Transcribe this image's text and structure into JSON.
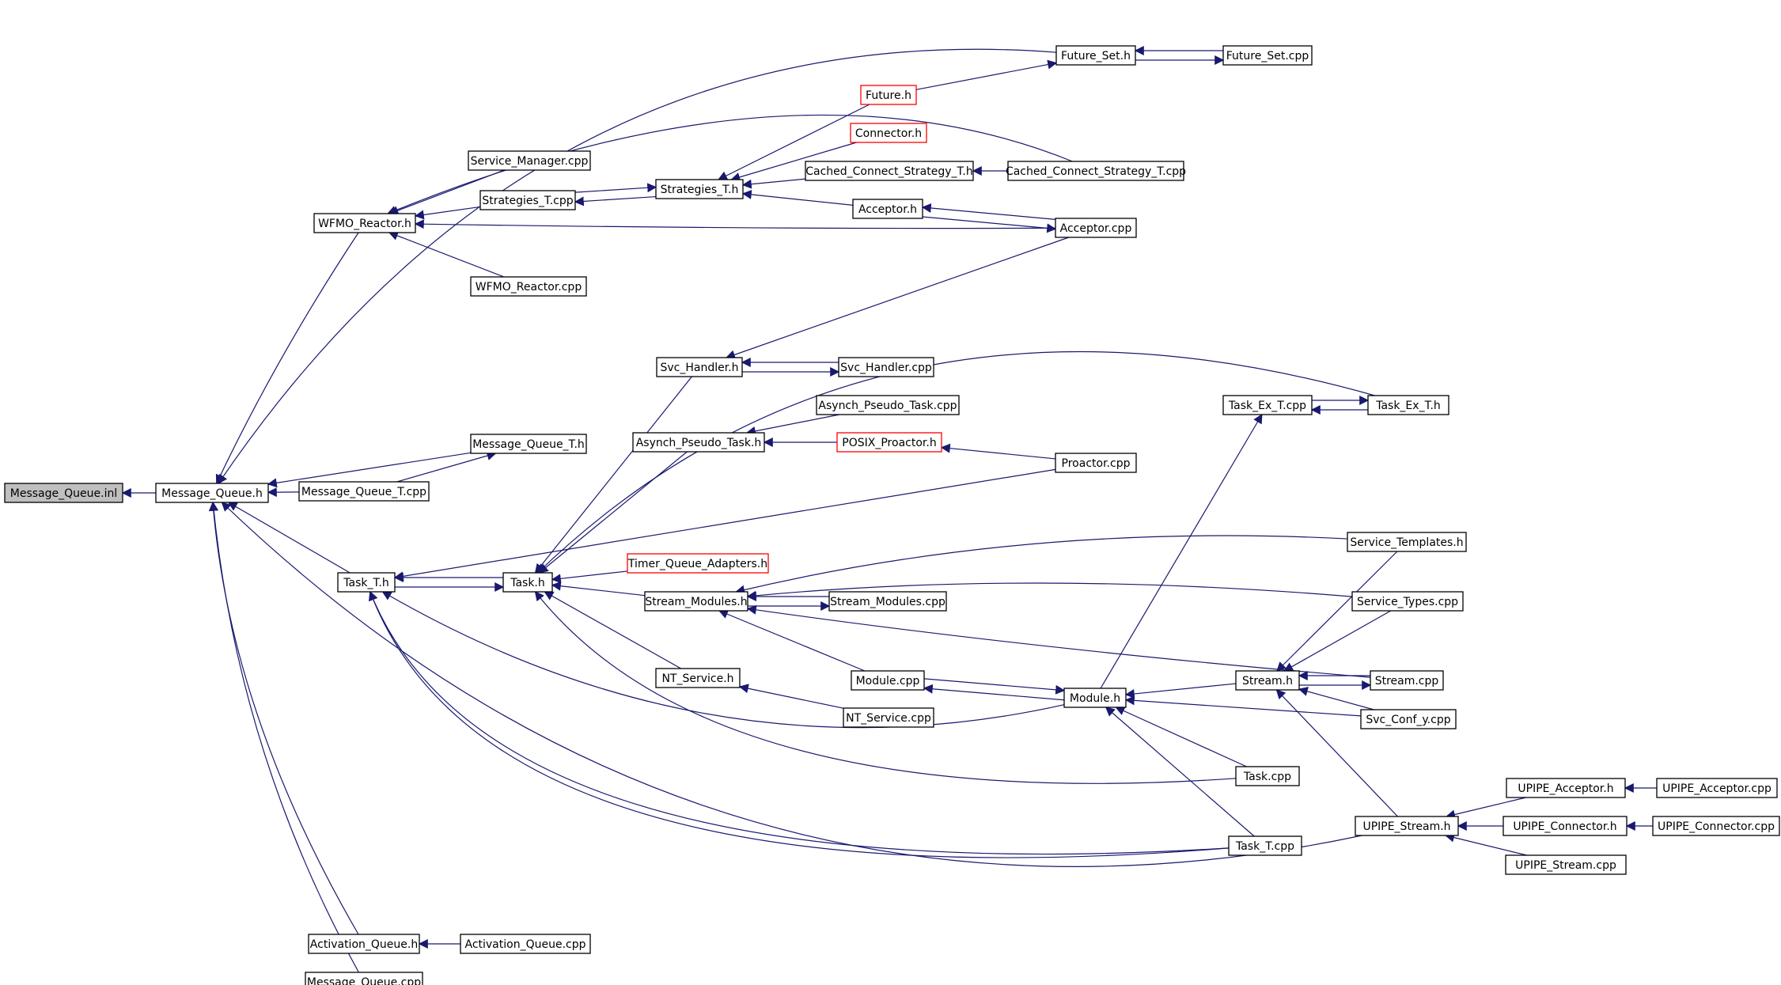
{
  "colors": {
    "edge": "#191970",
    "node_border": "#000000",
    "node_border_incomplete": "#ff0000",
    "root_fill": "#bfbfbf"
  },
  "root": "Message_Queue.inl",
  "nodes": [
    {
      "id": "mq_inl",
      "label": "Message_Queue.inl",
      "style": "root"
    },
    {
      "id": "mq_h",
      "label": "Message_Queue.h"
    },
    {
      "id": "future_set_h",
      "label": "Future_Set.h"
    },
    {
      "id": "future_set_cpp",
      "label": "Future_Set.cpp"
    },
    {
      "id": "future_h",
      "label": "Future.h",
      "style": "red"
    },
    {
      "id": "connector_h",
      "label": "Connector.h",
      "style": "red"
    },
    {
      "id": "service_manager_cpp",
      "label": "Service_Manager.cpp"
    },
    {
      "id": "strategies_t_cpp",
      "label": "Strategies_T.cpp"
    },
    {
      "id": "strategies_t_h",
      "label": "Strategies_T.h"
    },
    {
      "id": "cached_cs_h",
      "label": "Cached_Connect_Strategy_T.h"
    },
    {
      "id": "cached_cs_cpp",
      "label": "Cached_Connect_Strategy_T.cpp"
    },
    {
      "id": "wfmo_reactor_h",
      "label": "WFMO_Reactor.h"
    },
    {
      "id": "acceptor_h",
      "label": "Acceptor.h"
    },
    {
      "id": "acceptor_cpp",
      "label": "Acceptor.cpp"
    },
    {
      "id": "wfmo_reactor_cpp",
      "label": "WFMO_Reactor.cpp"
    },
    {
      "id": "svc_handler_h",
      "label": "Svc_Handler.h"
    },
    {
      "id": "svc_handler_cpp",
      "label": "Svc_Handler.cpp"
    },
    {
      "id": "asynch_pt_cpp",
      "label": "Asynch_Pseudo_Task.cpp"
    },
    {
      "id": "task_ex_t_cpp",
      "label": "Task_Ex_T.cpp"
    },
    {
      "id": "task_ex_t_h",
      "label": "Task_Ex_T.h"
    },
    {
      "id": "asynch_pt_h",
      "label": "Asynch_Pseudo_Task.h"
    },
    {
      "id": "posix_proactor_h",
      "label": "POSIX_Proactor.h",
      "style": "red"
    },
    {
      "id": "mq_t_h",
      "label": "Message_Queue_T.h"
    },
    {
      "id": "proactor_cpp",
      "label": "Proactor.cpp"
    },
    {
      "id": "mq_t_cpp",
      "label": "Message_Queue_T.cpp"
    },
    {
      "id": "service_templates_h",
      "label": "Service_Templates.h"
    },
    {
      "id": "timer_qa_h",
      "label": "Timer_Queue_Adapters.h",
      "style": "red"
    },
    {
      "id": "task_t_h",
      "label": "Task_T.h"
    },
    {
      "id": "task_h",
      "label": "Task.h"
    },
    {
      "id": "stream_modules_h",
      "label": "Stream_Modules.h"
    },
    {
      "id": "stream_modules_cpp",
      "label": "Stream_Modules.cpp"
    },
    {
      "id": "service_types_cpp",
      "label": "Service_Types.cpp"
    },
    {
      "id": "nt_service_h",
      "label": "NT_Service.h"
    },
    {
      "id": "module_cpp",
      "label": "Module.cpp"
    },
    {
      "id": "stream_h",
      "label": "Stream.h"
    },
    {
      "id": "stream_cpp",
      "label": "Stream.cpp"
    },
    {
      "id": "module_h",
      "label": "Module.h"
    },
    {
      "id": "nt_service_cpp",
      "label": "NT_Service.cpp"
    },
    {
      "id": "svc_conf_y_cpp",
      "label": "Svc_Conf_y.cpp"
    },
    {
      "id": "task_cpp",
      "label": "Task.cpp"
    },
    {
      "id": "upipe_acceptor_h",
      "label": "UPIPE_Acceptor.h"
    },
    {
      "id": "upipe_acceptor_cpp",
      "label": "UPIPE_Acceptor.cpp"
    },
    {
      "id": "upipe_stream_h",
      "label": "UPIPE_Stream.h"
    },
    {
      "id": "upipe_connector_h",
      "label": "UPIPE_Connector.h"
    },
    {
      "id": "upipe_connector_cpp",
      "label": "UPIPE_Connector.cpp"
    },
    {
      "id": "task_t_cpp",
      "label": "Task_T.cpp"
    },
    {
      "id": "upipe_stream_cpp",
      "label": "UPIPE_Stream.cpp"
    },
    {
      "id": "activation_queue_h",
      "label": "Activation_Queue.h"
    },
    {
      "id": "activation_queue_cpp",
      "label": "Activation_Queue.cpp"
    },
    {
      "id": "mq_cpp",
      "label": "Message_Queue.cpp"
    }
  ],
  "edges": [
    [
      "mq_h",
      "mq_inl"
    ],
    [
      "future_set_h",
      "mq_h"
    ],
    [
      "cached_cs_cpp",
      "wfmo_reactor_h"
    ],
    [
      "wfmo_reactor_h",
      "mq_h"
    ],
    [
      "mq_t_h",
      "mq_h"
    ],
    [
      "mq_t_cpp",
      "mq_h"
    ],
    [
      "mq_t_cpp",
      "mq_t_h"
    ],
    [
      "task_t_h",
      "mq_h"
    ],
    [
      "activation_queue_h",
      "mq_h"
    ],
    [
      "mq_cpp",
      "mq_h"
    ],
    [
      "upipe_stream_h",
      "mq_h"
    ],
    [
      "future_set_cpp",
      "future_set_h"
    ],
    [
      "future_set_h",
      "future_set_cpp"
    ],
    [
      "future_h",
      "future_set_h"
    ],
    [
      "service_manager_cpp",
      "wfmo_reactor_h"
    ],
    [
      "strategies_t_cpp",
      "wfmo_reactor_h"
    ],
    [
      "acceptor_cpp",
      "wfmo_reactor_h"
    ],
    [
      "wfmo_reactor_cpp",
      "wfmo_reactor_h"
    ],
    [
      "strategies_t_h",
      "strategies_t_cpp"
    ],
    [
      "strategies_t_cpp",
      "strategies_t_h"
    ],
    [
      "future_h",
      "strategies_t_h"
    ],
    [
      "connector_h",
      "strategies_t_h"
    ],
    [
      "cached_cs_h",
      "strategies_t_h"
    ],
    [
      "acceptor_h",
      "strategies_t_h"
    ],
    [
      "cached_cs_cpp",
      "cached_cs_h"
    ],
    [
      "acceptor_cpp",
      "acceptor_h"
    ],
    [
      "acceptor_h",
      "acceptor_cpp"
    ],
    [
      "acceptor_cpp",
      "svc_handler_h"
    ],
    [
      "svc_handler_cpp",
      "svc_handler_h"
    ],
    [
      "svc_handler_h",
      "svc_handler_cpp"
    ],
    [
      "svc_handler_h",
      "task_h"
    ],
    [
      "task_ex_t_h",
      "task_h"
    ],
    [
      "asynch_pt_h",
      "task_h"
    ],
    [
      "asynch_pt_cpp",
      "asynch_pt_h"
    ],
    [
      "posix_proactor_h",
      "asynch_pt_h"
    ],
    [
      "proactor_cpp",
      "posix_proactor_h"
    ],
    [
      "proactor_cpp",
      "task_t_h"
    ],
    [
      "task_ex_t_cpp",
      "task_ex_t_h"
    ],
    [
      "task_ex_t_h",
      "task_ex_t_cpp"
    ],
    [
      "module_h",
      "task_ex_t_cpp"
    ],
    [
      "task_h",
      "task_t_h"
    ],
    [
      "task_t_h",
      "task_h"
    ],
    [
      "module_h",
      "task_t_h"
    ],
    [
      "task_t_cpp",
      "task_t_h"
    ],
    [
      "task_t_cpp",
      "task_t_h"
    ],
    [
      "timer_qa_h",
      "task_h"
    ],
    [
      "stream_modules_h",
      "task_h"
    ],
    [
      "nt_service_h",
      "task_h"
    ],
    [
      "task_cpp",
      "task_h"
    ],
    [
      "service_templates_h",
      "stream_modules_h"
    ],
    [
      "service_types_cpp",
      "stream_modules_h"
    ],
    [
      "stream_modules_cpp",
      "stream_modules_h"
    ],
    [
      "stream_modules_h",
      "stream_modules_cpp"
    ],
    [
      "stream_cpp",
      "stream_modules_h"
    ],
    [
      "module_cpp",
      "stream_modules_h"
    ],
    [
      "nt_service_cpp",
      "nt_service_h"
    ],
    [
      "module_h",
      "module_cpp"
    ],
    [
      "module_cpp",
      "module_h"
    ],
    [
      "stream_h",
      "module_h"
    ],
    [
      "svc_conf_y_cpp",
      "module_h"
    ],
    [
      "task_cpp",
      "module_h"
    ],
    [
      "task_t_cpp",
      "module_h"
    ],
    [
      "service_templates_h",
      "stream_h"
    ],
    [
      "service_types_cpp",
      "stream_h"
    ],
    [
      "stream_cpp",
      "stream_h"
    ],
    [
      "stream_h",
      "stream_cpp"
    ],
    [
      "svc_conf_y_cpp",
      "stream_h"
    ],
    [
      "upipe_stream_h",
      "stream_h"
    ],
    [
      "upipe_acceptor_h",
      "upipe_stream_h"
    ],
    [
      "upipe_connector_h",
      "upipe_stream_h"
    ],
    [
      "upipe_stream_cpp",
      "upipe_stream_h"
    ],
    [
      "upipe_acceptor_cpp",
      "upipe_acceptor_h"
    ],
    [
      "upipe_connector_cpp",
      "upipe_connector_h"
    ],
    [
      "activation_queue_cpp",
      "activation_queue_h"
    ]
  ]
}
